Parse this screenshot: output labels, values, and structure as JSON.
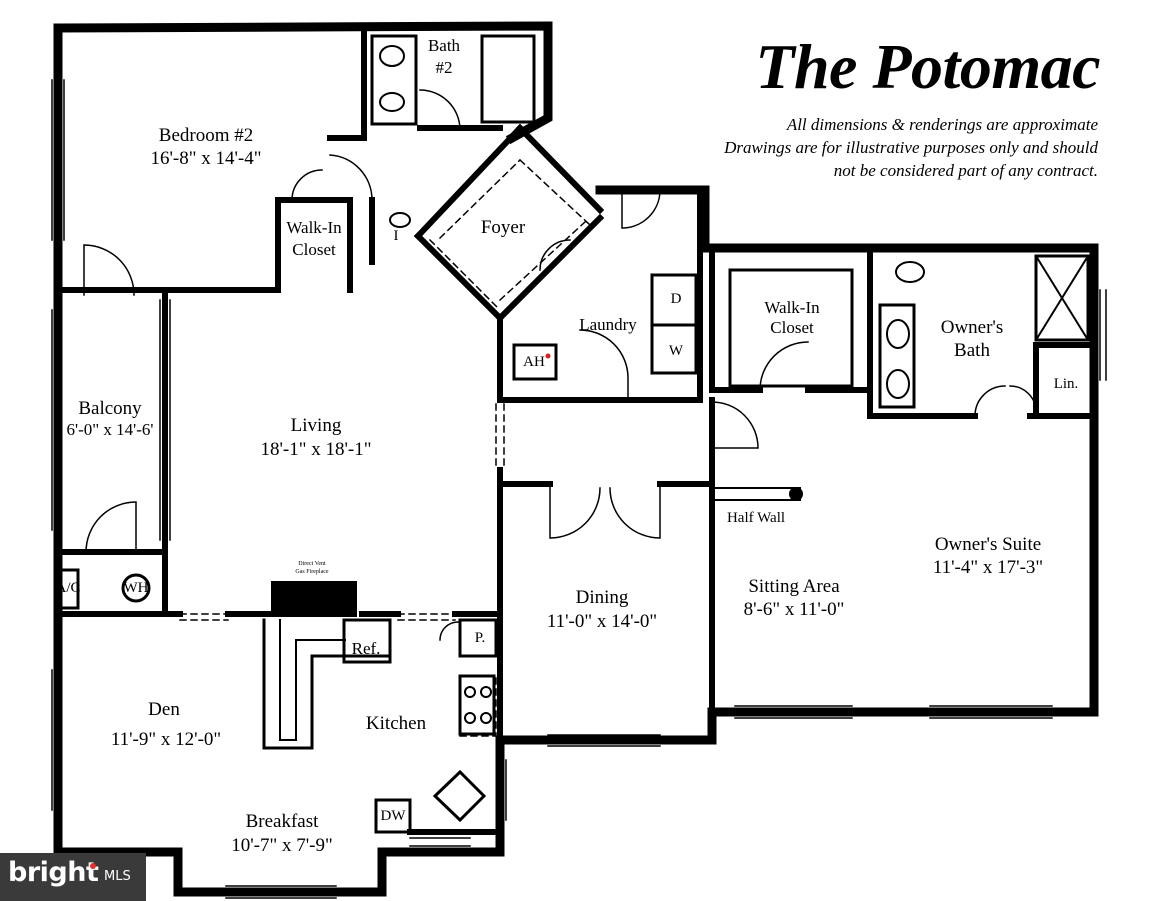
{
  "title": "The Potomac",
  "disclaimer": [
    "All dimensions & renderings are approximate",
    "Drawings are for illustrative purposes only and should",
    "not be considered part of any contract."
  ],
  "rooms": {
    "bedroom2": {
      "name": "Bedroom #2",
      "dims": "16'-8\" x 14'-4\""
    },
    "bath2": {
      "name": "Bath",
      "sub": "#2"
    },
    "walkin_closet_bed2": {
      "name": "Walk-In",
      "sub": "Closet"
    },
    "foyer": {
      "name": "Foyer"
    },
    "laundry": {
      "name": "Laundry",
      "dryer": "D",
      "washer": "W",
      "air_handler": "AH"
    },
    "walkin_closet_owner": {
      "name": "Walk-In",
      "sub": "Closet"
    },
    "owners_bath": {
      "name": "Owner's",
      "sub": "Bath"
    },
    "linen": {
      "name": "Lin."
    },
    "balcony": {
      "name": "Balcony",
      "dims": "6'-0\" x 14'-6'"
    },
    "living": {
      "name": "Living",
      "dims": "18'-1\" x 18'-1\""
    },
    "half_wall": {
      "name": "Half Wall"
    },
    "owners_suite": {
      "name": "Owner's Suite",
      "dims": "11'-4\" x 17'-3\""
    },
    "sitting_area": {
      "name": "Sitting Area",
      "dims": "8'-6\" x 11'-0\""
    },
    "dining": {
      "name": "Dining",
      "dims": "11'-0\" x 14'-0\""
    },
    "fireplace": {
      "line1": "Direct Vent",
      "line2": "Gas Fireplace"
    },
    "ref": {
      "name": "Ref."
    },
    "pantry": {
      "name": "P."
    },
    "ac": {
      "name": "A/C"
    },
    "wh": {
      "name": "WH"
    },
    "den": {
      "name": "Den",
      "dims": "11'-9\" x 12'-0\""
    },
    "kitchen": {
      "name": "Kitchen"
    },
    "dw": {
      "name": "DW"
    },
    "breakfast": {
      "name": "Breakfast",
      "dims": "10'-7\" x 7'-9\""
    },
    "closet_i": {
      "name": "I"
    }
  },
  "logo": {
    "brand": "bright",
    "suffix": "MLS"
  }
}
